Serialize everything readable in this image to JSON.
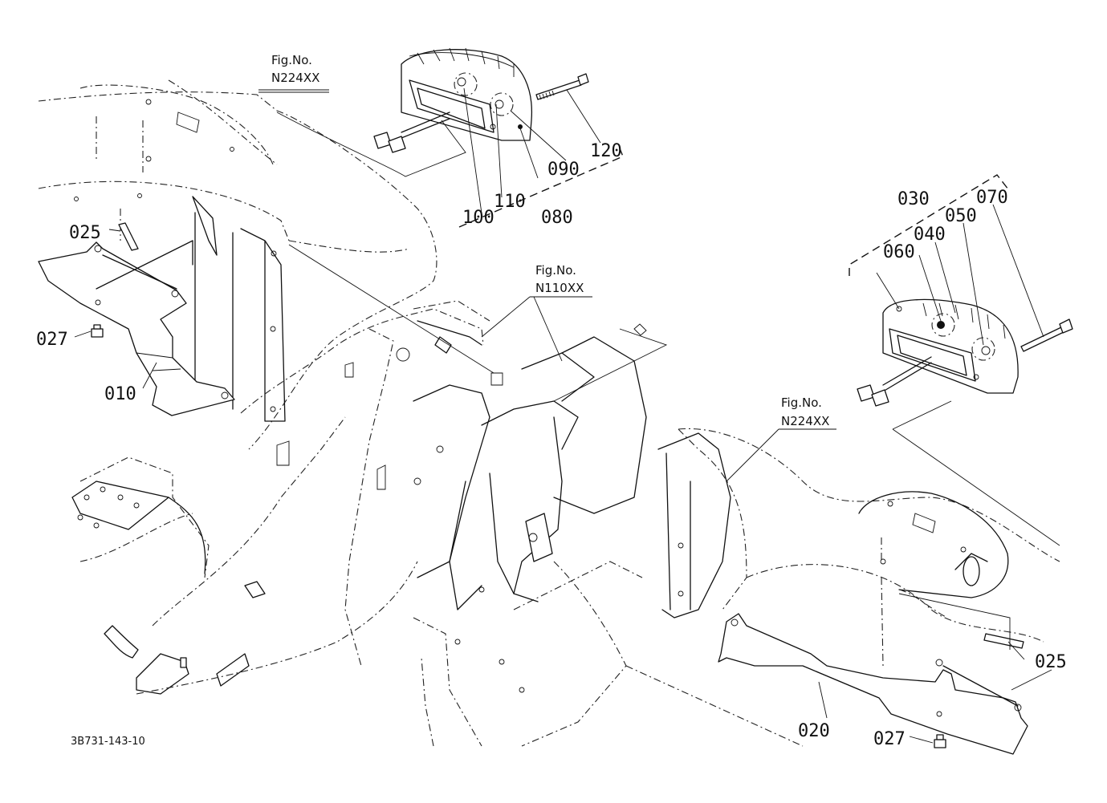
{
  "figure_refs": [
    {
      "title": "Fig.No.",
      "number": "N224XX"
    },
    {
      "title": "Fig.No.",
      "number": "N110XX"
    },
    {
      "title": "Fig.No.",
      "number": "N224XX"
    }
  ],
  "part_labels": {
    "p010": "010",
    "p020": "020",
    "p025_left": "025",
    "p025_right": "025",
    "p027_left": "027",
    "p027_right": "027",
    "p030": "030",
    "p040": "040",
    "p050": "050",
    "p060": "060",
    "p070": "070",
    "p080": "080",
    "p090": "090",
    "p100": "100",
    "p110": "110",
    "p120": "120"
  },
  "drawing_code": "3B731-143-10"
}
